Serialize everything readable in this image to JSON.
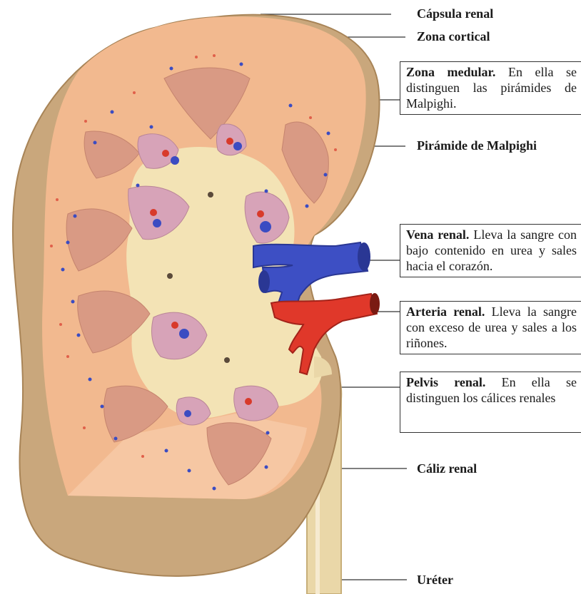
{
  "labels": {
    "capsula": "Cápsula renal",
    "cortical": "Zona cortical",
    "piramide": "Pirámide de Malpighi",
    "caliz": "Cáliz renal",
    "ureter": "Uréter"
  },
  "boxes": {
    "medular": {
      "title": "Zona medular.",
      "text": " En ella se distinguen las pirámides de Malpighi."
    },
    "vena": {
      "title": "Vena renal.",
      "text": " Lleva la sangre con bajo contenido en urea y sales hacia el corazón."
    },
    "arteria": {
      "title": "Arteria renal.",
      "text": " Lleva la sangre con exceso de urea y sales a los riñones."
    },
    "pelvis": {
      "title": "Pelvis renal.",
      "text": " En ella se distinguen los cálices renales"
    }
  },
  "colors": {
    "capsule": "#c9a77c",
    "cortex": "#f2b98f",
    "pyramid": "#d99a84",
    "pelvis": "#f3e3b5",
    "calyx": "#d7a3b8",
    "vein": "#3d4fc4",
    "artery": "#e0382a",
    "ureter": "#ead7a8"
  }
}
